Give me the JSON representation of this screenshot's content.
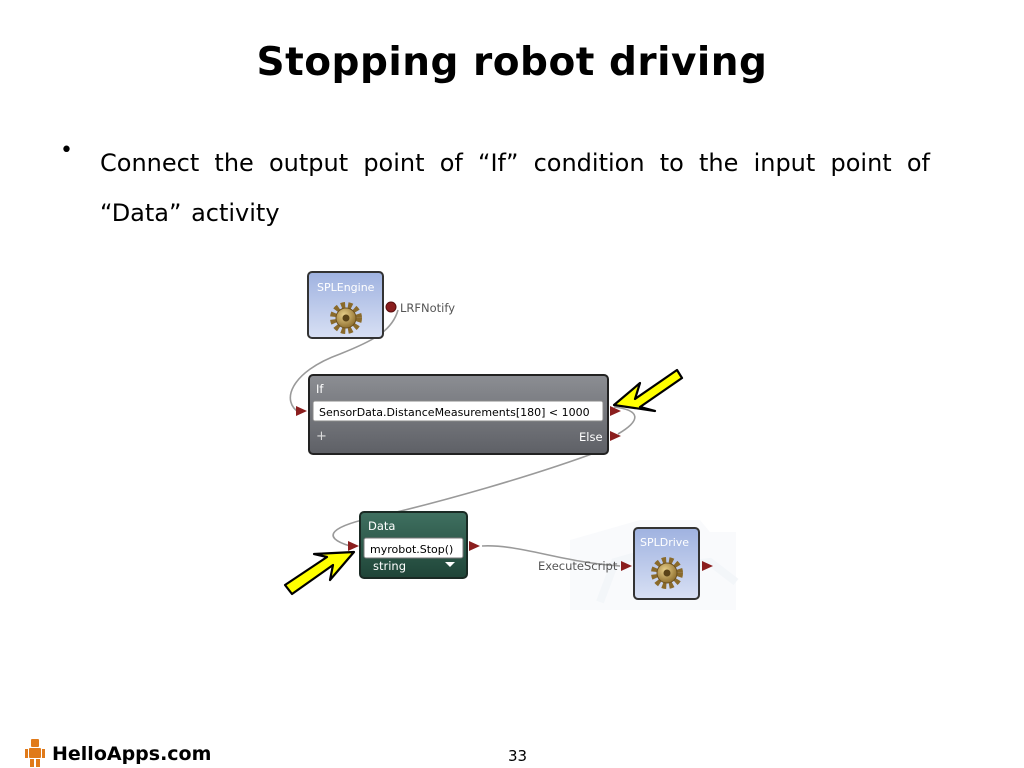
{
  "slide": {
    "title": "Stopping robot driving",
    "bullet_symbol": "•",
    "bullet": "Connect the output point of “If” condition to the input point of “Data” activity",
    "page_number": "33"
  },
  "diagram": {
    "spl_engine": {
      "title": "SPLEngine",
      "notification": "LRFNotify"
    },
    "if_block": {
      "title": "If",
      "condition": "SensorData.DistanceMeasurements[180]  <  1000",
      "add": "+",
      "else_label": "Else"
    },
    "data_block": {
      "title": "Data",
      "value": "myrobot.Stop()",
      "type": "string"
    },
    "spl_drive": {
      "title": "SPLDrive",
      "connection": "ExecuteScript"
    },
    "colors": {
      "arrow_fill": "#ffff00",
      "arrow_outline": "#000000",
      "port": "#8b1e1e",
      "if_header": "#7a7c80",
      "data_header": "#2d5a4c"
    }
  },
  "footer": {
    "brand": "HelloApps.com"
  }
}
